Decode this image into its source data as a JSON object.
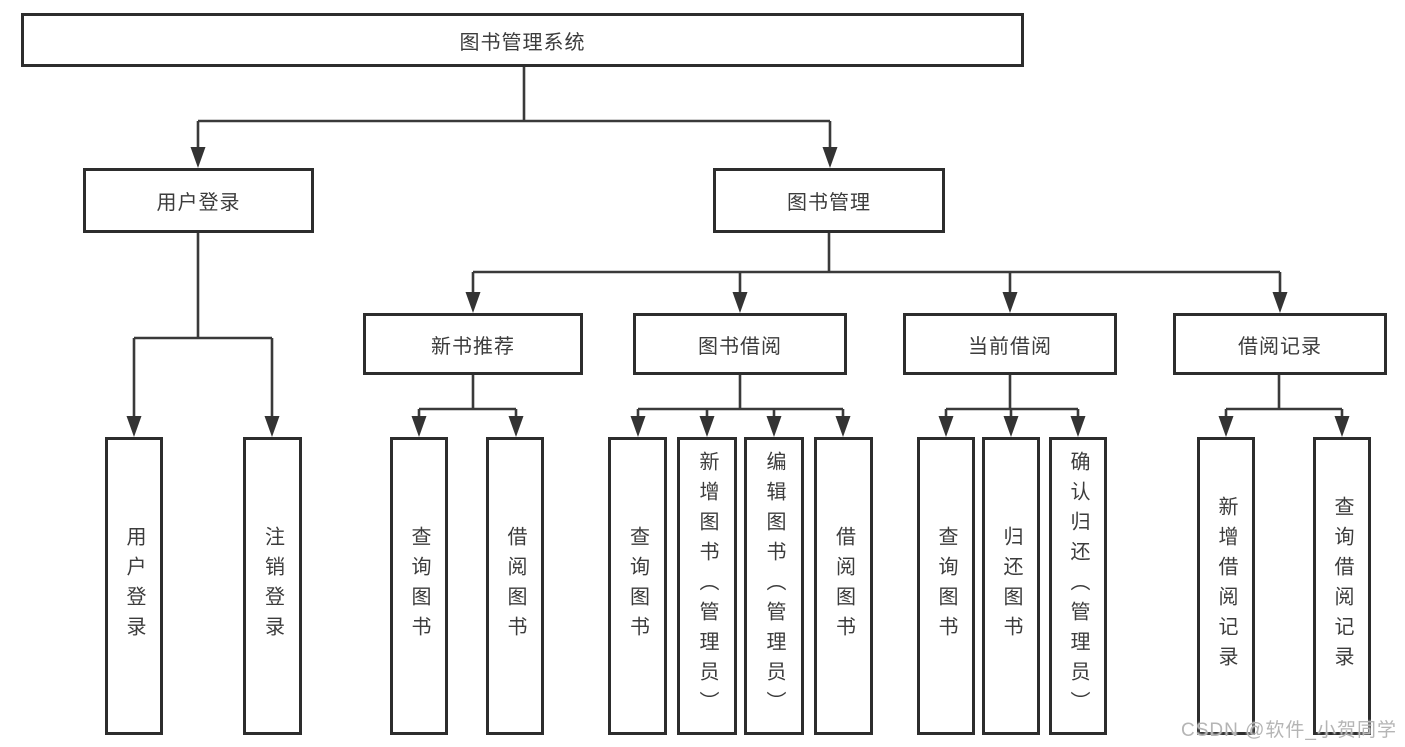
{
  "colors": {
    "background": "#ffffff",
    "box_border": "#2d2d2d",
    "line": "#3a3a3a",
    "text": "#3c3c3c",
    "watermark": "#b5b5b5"
  },
  "tree": {
    "root": {
      "label": "图书管理系统"
    },
    "level2": [
      {
        "label": "用户登录",
        "children": [
          {
            "label": "用户登录"
          },
          {
            "label": "注销登录"
          }
        ]
      },
      {
        "label": "图书管理",
        "children": [
          {
            "label": "新书推荐",
            "children": [
              {
                "label": "查询图书"
              },
              {
                "label": "借阅图书"
              }
            ]
          },
          {
            "label": "图书借阅",
            "children": [
              {
                "label": "查询图书"
              },
              {
                "label": "新增图书（管理员）"
              },
              {
                "label": "编辑图书（管理员）"
              },
              {
                "label": "借阅图书"
              }
            ]
          },
          {
            "label": "当前借阅",
            "children": [
              {
                "label": "查询图书"
              },
              {
                "label": "归还图书"
              },
              {
                "label": "确认归还（管理员）"
              }
            ]
          },
          {
            "label": "借阅记录",
            "children": [
              {
                "label": "新增借阅记录"
              },
              {
                "label": "查询借阅记录"
              }
            ]
          }
        ]
      }
    ]
  },
  "watermark": {
    "text": "CSDN @软件_小贺同学"
  }
}
